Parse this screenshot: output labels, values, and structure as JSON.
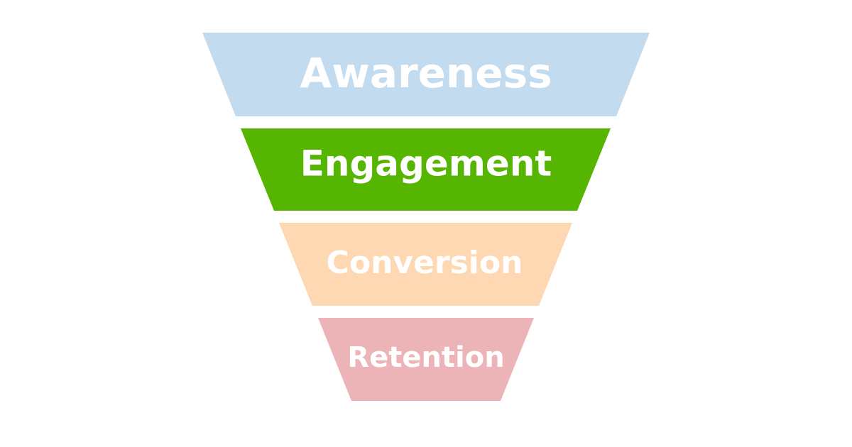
{
  "funnel": {
    "stages": [
      {
        "label": "Awareness",
        "color": "#c2dbee"
      },
      {
        "label": "Engagement",
        "color": "#55b500"
      },
      {
        "label": "Conversion",
        "color": "#fdd8b2"
      },
      {
        "label": "Retention",
        "color": "#ecb4b7"
      }
    ]
  }
}
